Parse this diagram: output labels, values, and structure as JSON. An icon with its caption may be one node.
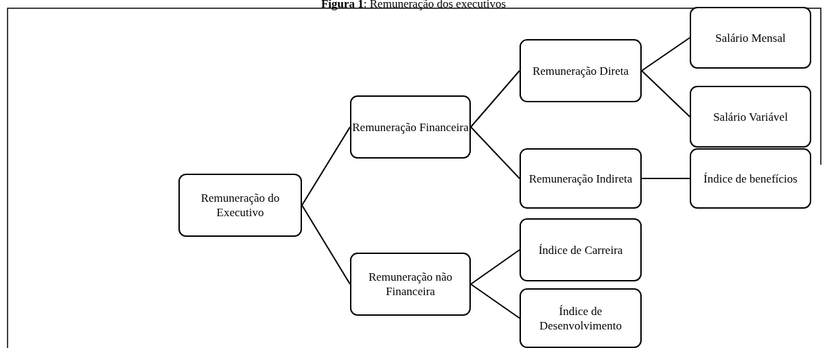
{
  "diagram": {
    "title": "**Figura 1**: Remuneração dos executivos",
    "nodes": [
      {
        "text": [
          "Remuneração do Executivo"
        ]
      },
      {
        "text": [
          "Remuneração Financeira"
        ]
      },
      {
        "text": [
          "Remuneração não Financeira"
        ]
      },
      {
        "text": [
          "Remuneração Direta"
        ]
      },
      {
        "text": [
          "Remuneração Indireta"
        ]
      },
      {
        "text": [
          "Salário Mensal"
        ]
      },
      {
        "text": [
          "Salário Variável"
        ]
      },
      {
        "text": [
          "Índice de benefícios"
        ]
      },
      {
        "text": [
          "Índice de Carreira"
        ]
      },
      {
        "text": [
          "Índice de Desenvolvimento"
        ]
      }
    ],
    "edges": [
      {
        "from": 0,
        "to": 1,
        "arrow": "none"
      },
      {
        "from": 0,
        "to": 2,
        "arrow": "none"
      },
      {
        "from": 1,
        "to": 3,
        "arrow": "none"
      },
      {
        "from": 1,
        "to": 4,
        "arrow": "none"
      },
      {
        "from": 3,
        "to": 5,
        "arrow": "none"
      },
      {
        "from": 3,
        "to": 6,
        "arrow": "none"
      },
      {
        "from": 4,
        "to": 7,
        "arrow": "none"
      },
      {
        "from": 2,
        "to": 8,
        "arrow": "none"
      },
      {
        "from": 2,
        "to": 9,
        "arrow": "none"
      }
    ]
  }
}
